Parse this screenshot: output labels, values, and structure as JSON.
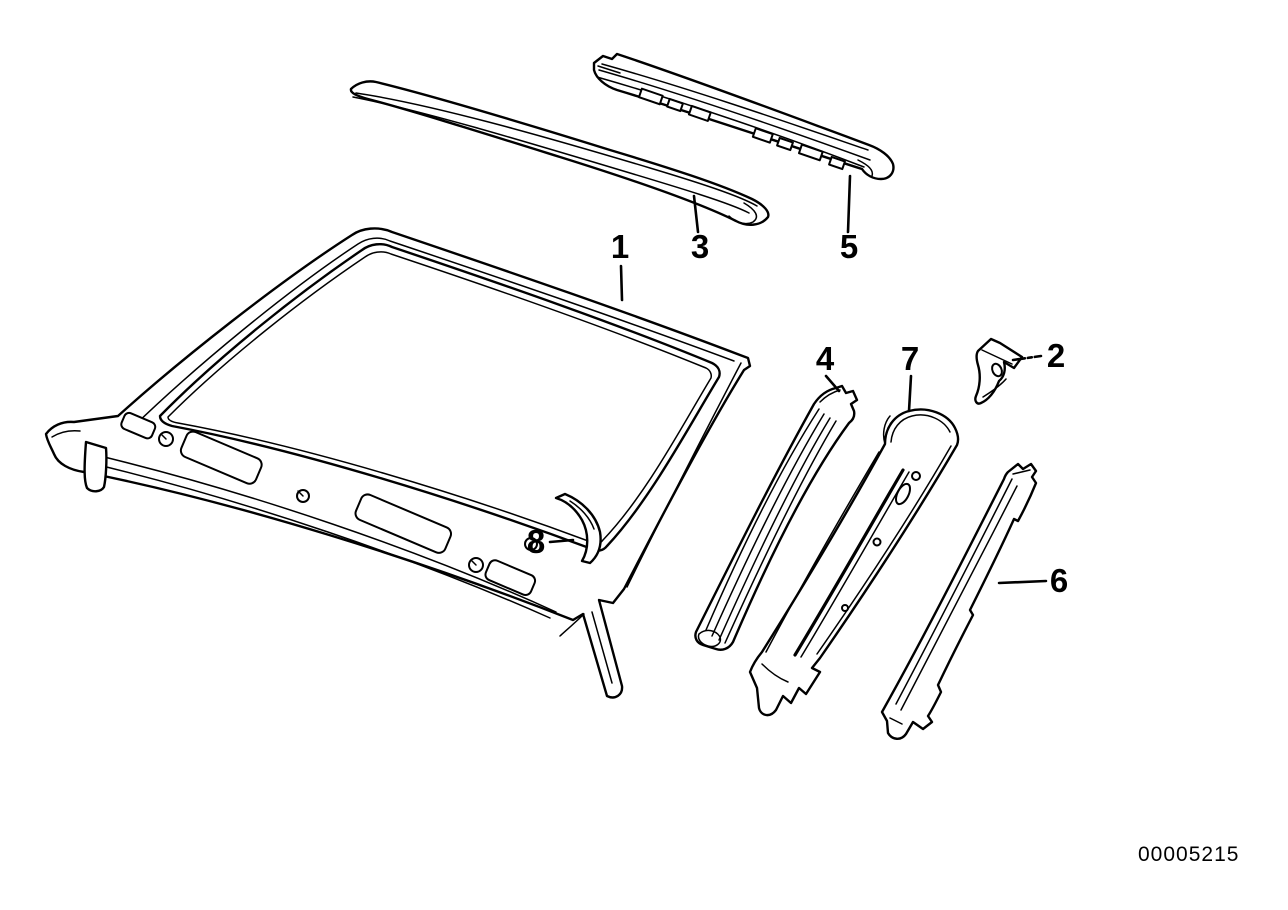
{
  "figure": {
    "callouts": {
      "c1": "1",
      "c2": "2",
      "c3": "3",
      "c4": "4",
      "c5": "5",
      "c6": "6",
      "c7": "7",
      "c8": "8"
    },
    "drawing_number": "00005215",
    "colors": {
      "line": "#000000",
      "background": "#ffffff"
    }
  }
}
